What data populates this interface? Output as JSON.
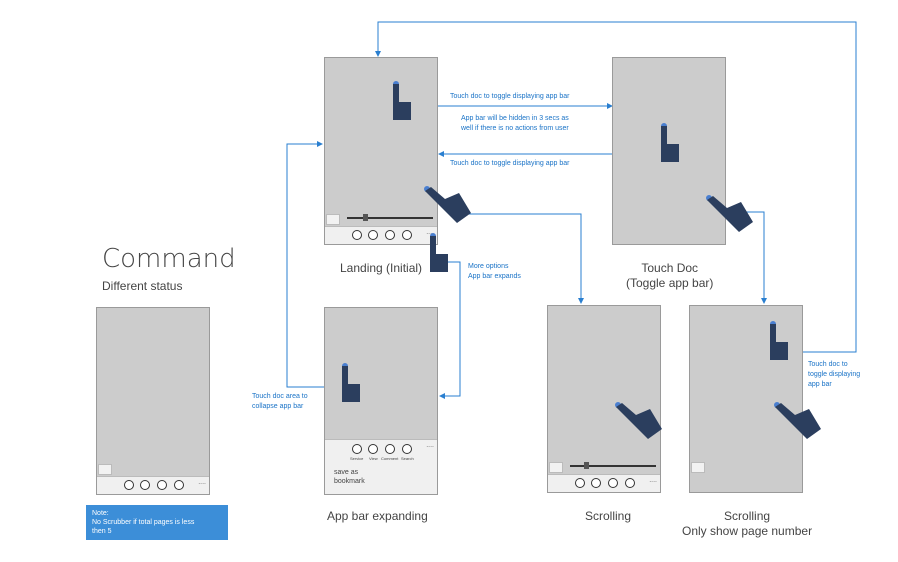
{
  "title": "Command",
  "subtitle": "Different status",
  "note": {
    "line1": "Note:",
    "line2": "No Scrubber if total pages is less",
    "line3": "then 5"
  },
  "captions": {
    "landing": "Landing (Initial)",
    "touch_doc_1": "Touch Doc",
    "touch_doc_2": "(Toggle app bar)",
    "appbar_expanding": "App bar expanding",
    "scrolling": "Scrolling",
    "scrolling_page_1": "Scrolling",
    "scrolling_page_2": "Only show page number"
  },
  "annotations": {
    "toggle_top": "Touch doc to toggle displaying app bar",
    "hidden_1": "App bar will be hidden in 3 secs as",
    "hidden_2": "well if there is no actions from user",
    "toggle_bottom": "Touch doc to toggle displaying app bar",
    "more_1": "More options",
    "more_2": "App bar expands",
    "collapse_1": "Touch doc area to",
    "collapse_2": "collapse app bar",
    "right_1": "Touch doc to",
    "right_2": "toggle displaying",
    "right_3": "app bar"
  },
  "appbar_labels": [
    "Service",
    "View",
    "Comment",
    "Search"
  ],
  "menu_items": [
    "save as",
    "bookmark"
  ],
  "more_dots": "....",
  "colors": {
    "phone": "#cccccc",
    "arrow": "#1a73c7",
    "hand": "#2b3e5e",
    "note_bg": "#3c8ed8"
  }
}
